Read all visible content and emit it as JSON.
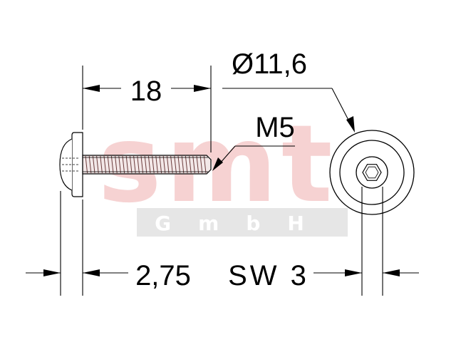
{
  "watermark": {
    "brand": "smt",
    "company": "GmbH",
    "brand_color": "#f6d2d2",
    "band_color": "#e6e6e6"
  },
  "dimensions": {
    "length": "18",
    "diameter": "Ø11,6",
    "thread": "M5",
    "head_height": "2,75",
    "hex_key": "SW 3"
  },
  "colors": {
    "line": "#000000",
    "thread_body": "#8a6464"
  }
}
